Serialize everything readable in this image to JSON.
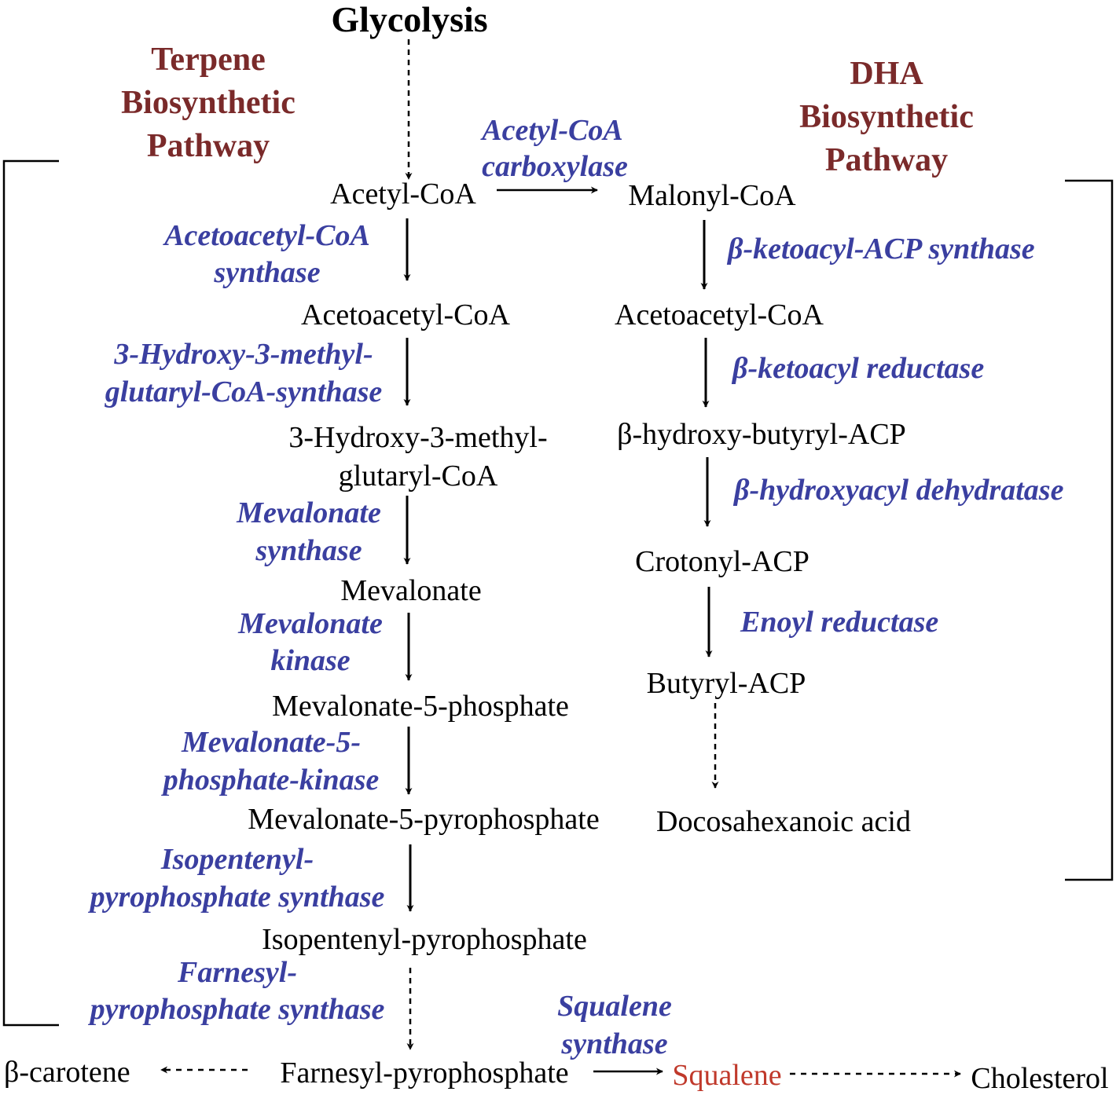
{
  "title": "Glycolysis",
  "headers": {
    "terpene": [
      "Terpene",
      "Biosynthetic",
      "Pathway"
    ],
    "dha": [
      "DHA",
      "Biosynthetic",
      "Pathway"
    ]
  },
  "terpene_pathway": {
    "metabolites": {
      "acetyl_coa": "Acetyl-CoA",
      "acetoacetyl_coa": "Acetoacetyl-CoA",
      "hmg_coa_1": "3-Hydroxy-3-methyl-",
      "hmg_coa_2": "glutaryl-CoA",
      "mevalonate": "Mevalonate",
      "mevalonate_5_phosphate": "Mevalonate-5-phosphate",
      "mevalonate_5_pyrophosphate": "Mevalonate-5-pyrophosphate",
      "isopentenyl_pyrophosphate": "Isopentenyl-pyrophosphate",
      "farnesyl_pyrophosphate": "Farnesyl-pyrophosphate"
    },
    "enzymes": {
      "acetoacetyl_coa_synthase_1": "Acetoacetyl-CoA",
      "acetoacetyl_coa_synthase_2": "synthase",
      "hmg_coa_synthase_1": "3-Hydroxy-3-methyl-",
      "hmg_coa_synthase_2": "glutaryl-CoA-synthase",
      "mevalonate_synthase_1": "Mevalonate",
      "mevalonate_synthase_2": "synthase",
      "mevalonate_kinase_1": "Mevalonate",
      "mevalonate_kinase_2": "kinase",
      "phosphate_kinase_1": "Mevalonate-5-",
      "phosphate_kinase_2": "phosphate-kinase",
      "ipp_synthase_1": "Isopentenyl-",
      "ipp_synthase_2": "pyrophosphate synthase",
      "fpp_synthase_1": "Farnesyl-",
      "fpp_synthase_2": "pyrophosphate synthase"
    }
  },
  "dha_pathway": {
    "metabolites": {
      "malonyl_coa": "Malonyl-CoA",
      "acetoacetyl_coa": "Acetoacetyl-CoA",
      "hydroxy_butyryl_acp": "β-hydroxy-butyryl-ACP",
      "crotonyl_acp": "Crotonyl-ACP",
      "butyryl_acp": "Butyryl-ACP",
      "docosahexanoic_acid": "Docosahexanoic acid"
    },
    "enzymes": {
      "acetyl_coa_carboxylase_1": "Acetyl-CoA",
      "acetyl_coa_carboxylase_2": "carboxylase",
      "ketoacyl_acp_synthase": "β-ketoacyl-ACP synthase",
      "ketoacyl_reductase": "β-ketoacyl reductase",
      "hydroxyacyl_dehydratase": "β-hydroxyacyl dehydratase",
      "enoyl_reductase": "Enoyl reductase"
    }
  },
  "bottom_row": {
    "beta_carotene": "β-carotene",
    "squalene": "Squalene",
    "cholesterol": "Cholesterol",
    "squalene_synthase_1": "Squalene",
    "squalene_synthase_2": "synthase"
  },
  "colors": {
    "enzyme": "#3a3fa0",
    "pathway_header": "#7a2a2a",
    "squalene": "#c0392b",
    "metabolite": "#000000"
  }
}
